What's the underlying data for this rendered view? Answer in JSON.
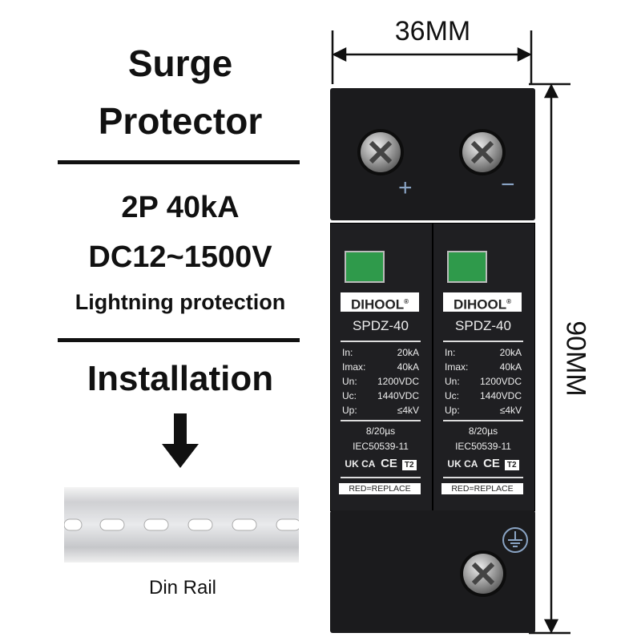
{
  "left": {
    "title1": "Surge",
    "title2": "Protector",
    "spec1": "2P 40kA",
    "spec2": "DC12~1500V",
    "spec3": "Lightning protection",
    "install": "Installation",
    "rail_label": "Din Rail"
  },
  "dims": {
    "width": "36MM",
    "height": "90MM"
  },
  "terminals": {
    "plus": "+",
    "minus": "−"
  },
  "module": {
    "brand": "DIHOOL",
    "reg": "®",
    "model": "SPDZ-40",
    "specs": [
      {
        "k": "In:",
        "v": "20kA"
      },
      {
        "k": "Imax:",
        "v": "40kA"
      },
      {
        "k": "Un:",
        "v": "1200VDC"
      },
      {
        "k": "Uc:",
        "v": "1440VDC"
      },
      {
        "k": "Up:",
        "v": "≤4kV"
      }
    ],
    "wave": "8/20µs",
    "standard": "IEC50539-11",
    "ukca": "UK CA",
    "ce": "CE",
    "t2": "T2",
    "replace": "RED=REPLACE"
  },
  "colors": {
    "body": "#1b1b1d",
    "indicator": "#2f9a4b"
  }
}
